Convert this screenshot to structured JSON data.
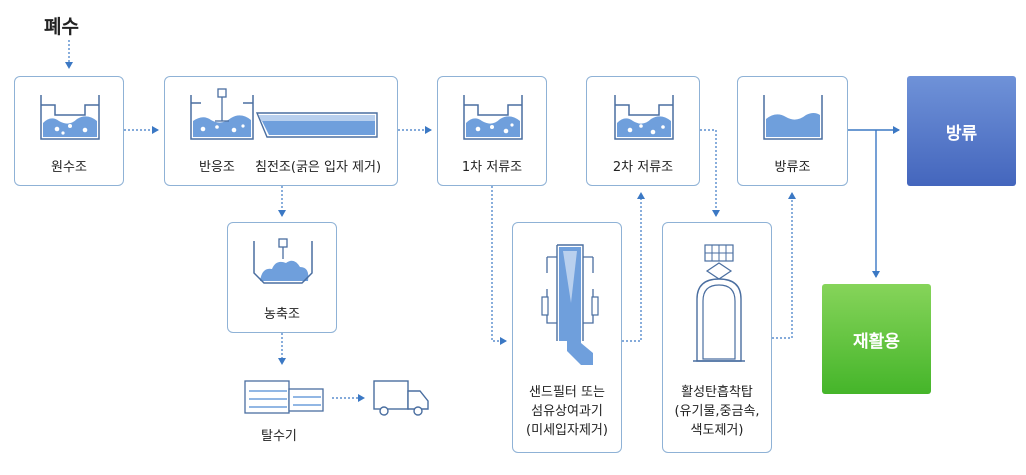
{
  "input_label": "폐수",
  "stages": {
    "raw_tank": "원수조",
    "reaction_tank": "반응조",
    "settling_tank": "침전조(굵은 입자 제거)",
    "thickener": "농축조",
    "dewatering": "탈수기",
    "storage1": "1차 저류조",
    "storage2": "2차 저류조",
    "discharge_tank": "방류조",
    "sand_filter": [
      "샌드필터 또는",
      "섬유상여과기",
      "(미세입자제거)"
    ],
    "carbon_tower": [
      "활성탄흡착탑",
      "(유기물,중금속,",
      "색도제거)"
    ]
  },
  "outputs": {
    "discharge": "방류",
    "reuse": "재활용"
  },
  "colors": {
    "box_border": "#8fb2d6",
    "water": "#6f9fdc",
    "arrow": "#3b78c4",
    "discharge_btn": "#4f75c9",
    "reuse_btn": "#5cc73f"
  }
}
